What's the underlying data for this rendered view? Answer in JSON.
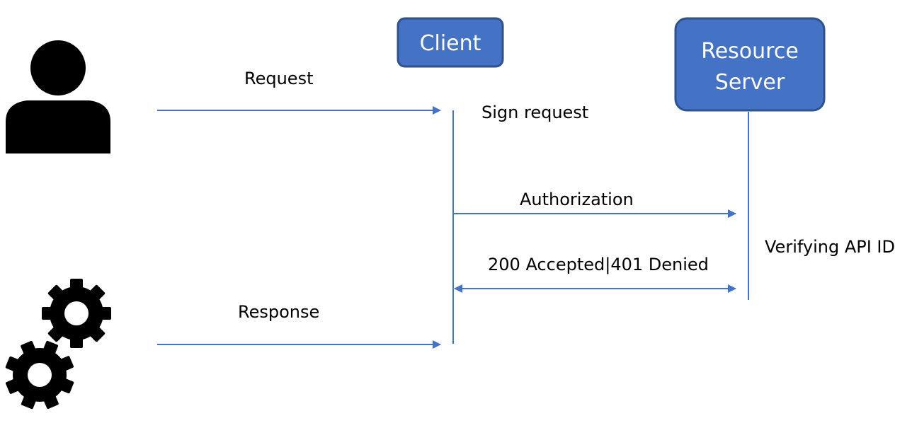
{
  "participants": {
    "client": {
      "label": "Client"
    },
    "server": {
      "label_line1": "Resource",
      "label_line2": "Server"
    }
  },
  "messages": {
    "request": "Request",
    "sign_request": "Sign request",
    "authorization": "Authorization",
    "verifying": "Verifying API ID",
    "result": "200 Accepted|401 Denied",
    "response": "Response"
  },
  "icons": {
    "user": "user-icon",
    "gears": "gears-icon"
  },
  "colors": {
    "box_fill": "#4472C4",
    "box_stroke": "#2F528F",
    "line": "#4472C4",
    "icon": "#000000"
  }
}
